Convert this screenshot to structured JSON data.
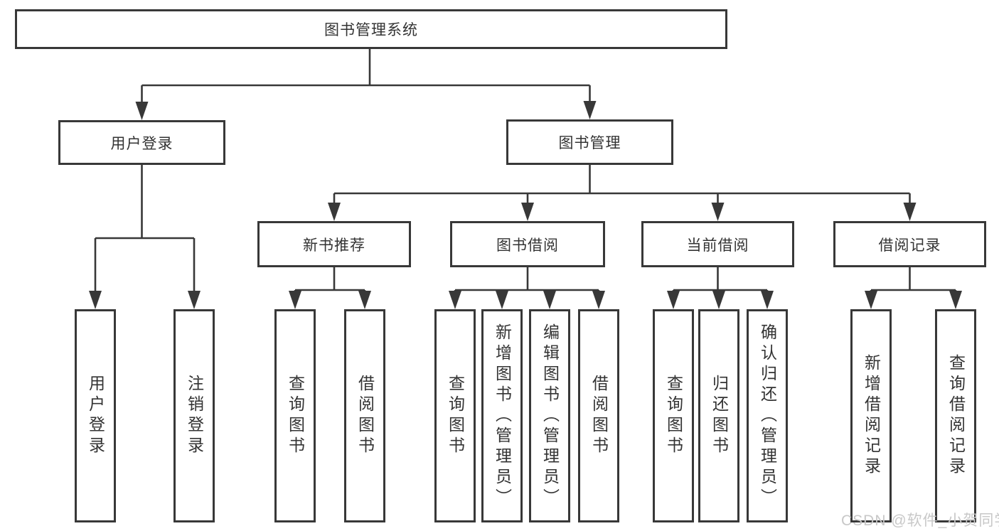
{
  "watermark": "CSDN @软件_小贺同学",
  "colors": {
    "line": "#383838",
    "text": "#333333",
    "watermark": "#c8c8c8",
    "background": "#ffffff"
  },
  "tree": {
    "label": "图书管理系统",
    "children": [
      {
        "label": "用户登录",
        "children": [
          {
            "label": "用户登录"
          },
          {
            "label": "注销登录"
          }
        ]
      },
      {
        "label": "图书管理",
        "children": [
          {
            "label": "新书推荐",
            "children": [
              {
                "label": "查询图书"
              },
              {
                "label": "借阅图书"
              }
            ]
          },
          {
            "label": "图书借阅",
            "children": [
              {
                "label": "查询图书"
              },
              {
                "label": "新增图书（管理员）"
              },
              {
                "label": "编辑图书（管理员）"
              },
              {
                "label": "借阅图书"
              }
            ]
          },
          {
            "label": "当前借阅",
            "children": [
              {
                "label": "查询图书"
              },
              {
                "label": "归还图书"
              },
              {
                "label": "确认归还（管理员）"
              }
            ]
          },
          {
            "label": "借阅记录",
            "children": [
              {
                "label": "新增借阅记录"
              },
              {
                "label": "查询借阅记录"
              }
            ]
          }
        ]
      }
    ]
  }
}
